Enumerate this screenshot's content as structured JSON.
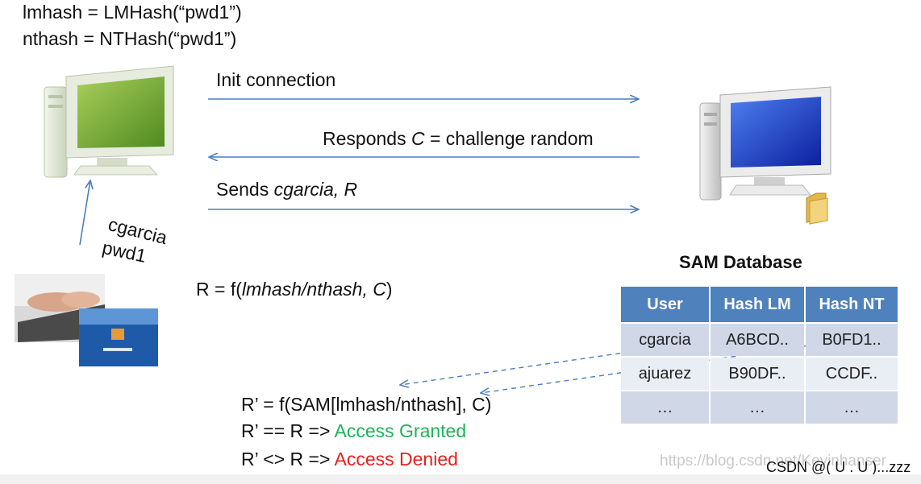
{
  "header": {
    "line1": "lmhash = LMHash(“pwd1”)",
    "line2": "nthash = NTHash(“pwd1”)"
  },
  "messages": {
    "init": "Init connection",
    "responds_prefix": "Responds ",
    "responds_var": "C",
    "responds_suffix": " = challenge random",
    "sends_prefix": "Sends ",
    "sends_var": "cgarcia, R"
  },
  "credentials": {
    "user": "cgarcia",
    "password": "pwd1"
  },
  "formula": {
    "prefix": "R = f(",
    "args": "lmhash/nthash, C",
    "suffix": ")"
  },
  "sam": {
    "title": "SAM Database",
    "headers": [
      "User",
      "Hash LM",
      "Hash NT"
    ],
    "rows": [
      [
        "cgarcia",
        "A6BCD..",
        "B0FD1.."
      ],
      [
        "ajuarez",
        "B90DF..",
        "CCDF.."
      ],
      [
        "…",
        "…",
        "…"
      ]
    ]
  },
  "result": {
    "line1": "R’ = f(SAM[lmhash/nthash], C)",
    "line2_prefix": "R’ == R => ",
    "line2_status": "Access Granted",
    "line3_prefix": "R’ <> R => ",
    "line3_status": "Access Denied"
  },
  "colors": {
    "arrow": "#4a7ec0",
    "granted": "#1fb25a",
    "denied": "#e8201d",
    "table_header": "#4f81bd"
  },
  "icons": {
    "client": "client-computer-icon",
    "server": "server-computer-icon",
    "login": "keyboard-login-icon",
    "folder": "folder-icon"
  },
  "watermark": "https://blog.csdn.net/Kevinhanser",
  "footer": "CSDN @( U . U )...zzz"
}
